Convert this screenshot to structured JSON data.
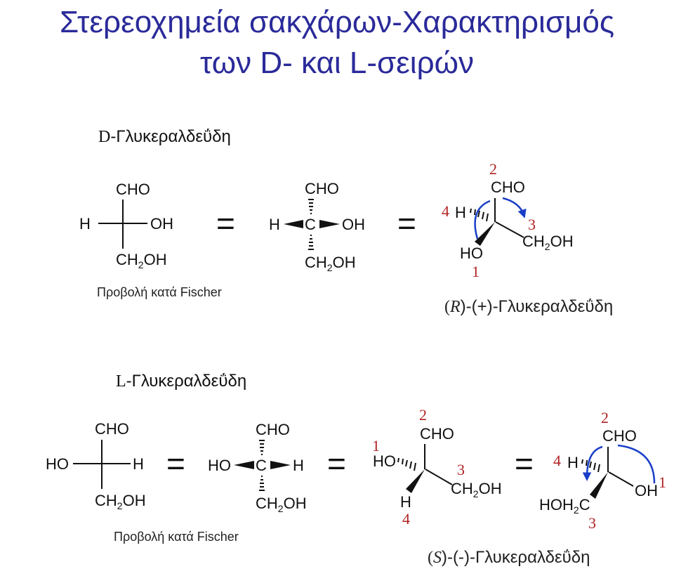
{
  "title": {
    "line1": "Στερεοχημεία σακχάρων-Χαρακτηρισμός",
    "line2": "των D- και L-σειρών"
  },
  "d_section": {
    "heading_prefix": "D",
    "heading": "-Γλυκεραλδεΰδη",
    "fischer_caption": "Προβολή κατά Fischer",
    "name_config": "R",
    "name_suffix": ")-(+)-Γλυκεραλδεΰδη"
  },
  "l_section": {
    "heading_prefix": "L",
    "heading": "-Γλυκεραλδεΰδη",
    "fischer_caption": "Προβολή κατά Fischer",
    "name_config": "S",
    "name_suffix": ")-(-)-Γλυκεραλδεΰδη"
  },
  "atoms": {
    "cho": "CHO",
    "ch": "CH",
    "two": "2",
    "oh": "OH",
    "h": "H",
    "ho": "HO",
    "hoh": "HOH",
    "c": "C",
    "carbon_label": "C",
    "eq": "="
  },
  "priorities": {
    "p1": "1",
    "p2": "2",
    "p3": "3",
    "p4": "4"
  },
  "colors": {
    "title": "#2a2a9a",
    "arrow": "#1a3fc7",
    "priority": "#b22222"
  }
}
